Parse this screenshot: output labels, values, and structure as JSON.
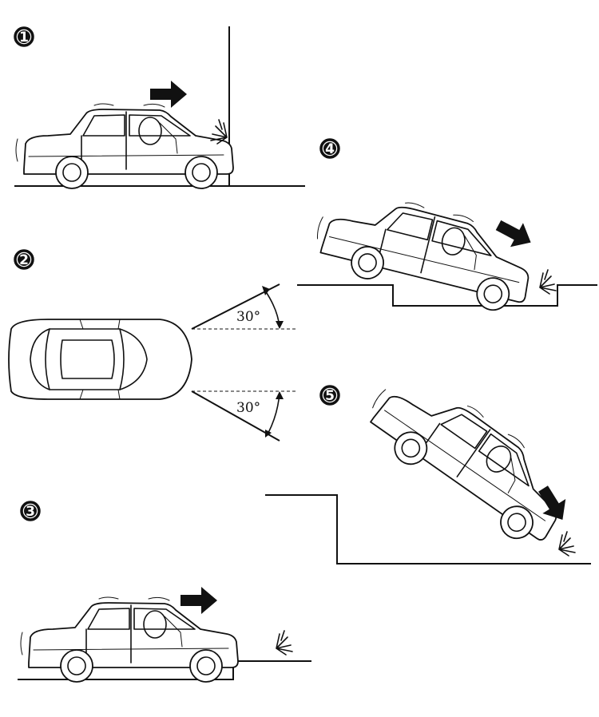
{
  "panels": [
    {
      "id": "1",
      "number": "1"
    },
    {
      "id": "2",
      "number": "2",
      "angle_upper": "30°",
      "angle_lower": "30°"
    },
    {
      "id": "3",
      "number": "3"
    },
    {
      "id": "4",
      "number": "4"
    },
    {
      "id": "5",
      "number": "5"
    }
  ],
  "colors": {
    "ink": "#111111",
    "background": "#ffffff"
  }
}
